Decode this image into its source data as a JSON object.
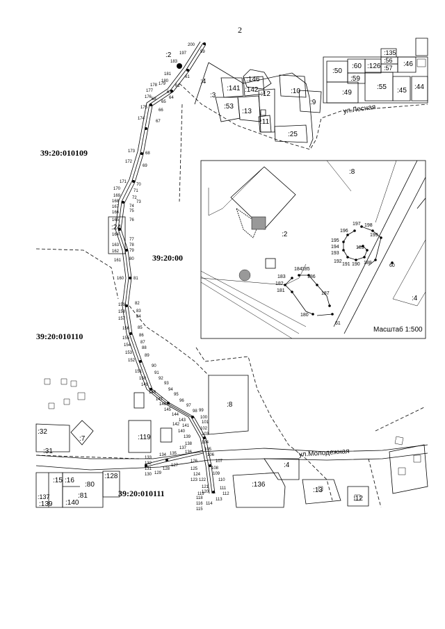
{
  "page_number": "2",
  "zones": [
    "39:20:010109",
    "39:20:00",
    "39:20:010110",
    "39:20:010111"
  ],
  "streets": [
    "ул.Лесная",
    "ул.Молодежная"
  ],
  "plots": [
    ":2",
    ":3",
    ":4",
    ":12",
    ":141",
    ":142",
    ":146",
    ":53",
    ":13",
    ":11",
    ":10",
    ":9",
    ":25",
    ":50",
    ":60",
    ":126",
    ":135",
    ":56",
    ":57",
    ":46",
    ":59",
    ":49",
    ":55",
    ":45",
    ":44",
    ":24",
    ":8",
    ":7",
    ":119",
    ":32",
    ":31",
    ":128",
    ":80",
    ":81",
    ":15",
    ":16",
    ":137",
    ":139",
    ":140",
    ":136",
    ":4",
    ":13",
    ":12"
  ],
  "route_points_left": [
    "200",
    "197",
    "183",
    "181",
    "180",
    "179",
    "178",
    "177",
    "176",
    "68",
    "175",
    "174",
    "173",
    "172",
    "171",
    "170",
    "169",
    "168",
    "167",
    "166",
    "165",
    "164",
    "163",
    "162",
    "161",
    "160",
    "159",
    "158",
    "157",
    "156",
    "155",
    "154",
    "153",
    "152",
    "151",
    "150",
    "149",
    "148",
    "147",
    "146",
    "145",
    "144",
    "143",
    "142",
    "141",
    "140",
    "139",
    "138",
    "137",
    "136",
    "135",
    "134",
    "133",
    "132",
    "131",
    "130",
    "129",
    "128",
    "127",
    "126",
    "125",
    "124",
    "123",
    "122",
    "121",
    "120",
    "119",
    "118",
    "116",
    "115"
  ],
  "route_points_right": [
    "59",
    "61",
    "62",
    "63",
    "64",
    "65",
    "66",
    "67",
    "68",
    "69",
    "70",
    "71",
    "72",
    "73",
    "74",
    "75",
    "76",
    "77",
    "78",
    "79",
    "80",
    "81",
    "82",
    "83",
    "84",
    "85",
    "86",
    "87",
    "88",
    "89",
    "90",
    "91",
    "92",
    "93",
    "94",
    "95",
    "96",
    "97",
    "98",
    "99",
    "100",
    "101",
    "102",
    "103",
    "104",
    "105",
    "106",
    "107",
    "108",
    "109",
    "110",
    "111",
    "112",
    "113",
    "114"
  ],
  "inset": {
    "plots": [
      ":8",
      ":2",
      ":4"
    ],
    "points": [
      "184",
      "185",
      "186",
      "183",
      "182",
      "181",
      "187",
      "180",
      "61",
      "60",
      "195",
      "194",
      "193",
      "192",
      "191",
      "190",
      "189",
      "188",
      "196",
      "197",
      "198",
      "199"
    ],
    "scale_label": "Масштаб 1:500"
  }
}
